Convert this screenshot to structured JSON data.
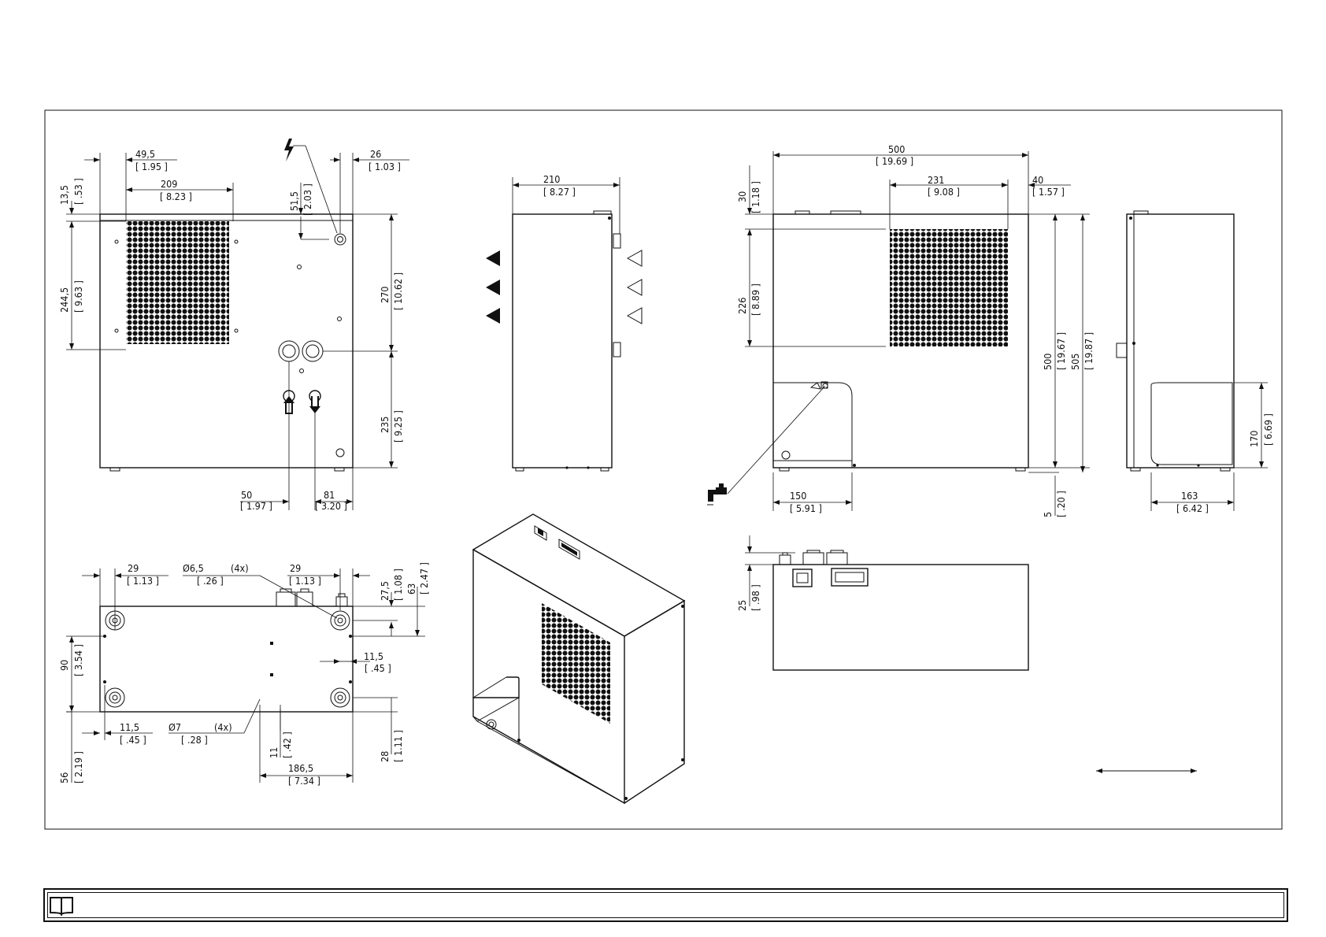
{
  "labels": {
    "tv_w1": "49,5",
    "tv_w1i": "[ 1.95 ]",
    "tv_w2": "209",
    "tv_w2i": "[ 8.23 ]",
    "tv_w3": "26",
    "tv_w3i": "[ 1.03 ]",
    "tv_h1": "13,5",
    "tv_h1i": "[ .53 ]",
    "tv_h2": "51,5",
    "tv_h2i": "[ 2.03 ]",
    "tv_h3": "244,5",
    "tv_h3i": "[ 9.63 ]",
    "tv_h4": "270",
    "tv_h4i": "[ 10.62 ]",
    "tv_h5": "235",
    "tv_h5i": "[ 9.25 ]",
    "tv_b1": "50",
    "tv_b1i": "[ 1.97 ]",
    "tv_b2": "81",
    "tv_b2i": "[ 3.20 ]",
    "sv_w": "210",
    "sv_wi": "[ 8.27 ]",
    "fv_w": "500",
    "fv_wi": "[ 19.69 ]",
    "fv_g": "231",
    "fv_gi": "[ 9.08 ]",
    "fv_r": "40",
    "fv_ri": "[ 1.57 ]",
    "fv_t": "30",
    "fv_ti": "[ 1.18 ]",
    "fv_gh": "226",
    "fv_ghi": "[ 8.89 ]",
    "fv_h1": "500",
    "fv_h1i": "[ 19.67 ]",
    "fv_h2": "505",
    "fv_h2i": "[ 19.87 ]",
    "fv_f": "5",
    "fv_fi": "[ .20 ]",
    "fv_b": "150",
    "fv_bi": "[ 5.91 ]",
    "rv_h": "170",
    "rv_hi": "[ 6.69 ]",
    "rv_w": "163",
    "rv_wi": "[ 6.42 ]",
    "bv_a": "29",
    "bv_ai": "[ 1.13 ]",
    "bv_hole": "Ø6,5",
    "bv_holen": "(4x)",
    "bv_holei": "[ .26 ]",
    "bv_b": "29",
    "bv_bi": "[ 1.13 ]",
    "bv_c": "27,5",
    "bv_ci": "[ 1.08 ]",
    "bv_d": "63",
    "bv_di": "[ 2.47 ]",
    "bv_e": "90",
    "bv_ei": "[ 3.54 ]",
    "bv_f": "11,5",
    "bv_fi": "[ .45 ]",
    "bv_g": "11,5",
    "bv_gi": "[ .45 ]",
    "bv_hole2": "Ø7",
    "bv_hole2n": "(4x)",
    "bv_hole2i": "[ .28 ]",
    "bv_h": "56",
    "bv_hi": "[ 2.19 ]",
    "bv_i": "11",
    "bv_ii": "[ .42 ]",
    "bv_j": "28",
    "bv_ji": "[ 1.11 ]",
    "bv_k": "186,5",
    "bv_ki": "[ 7.34 ]",
    "tp_h": "25",
    "tp_hi": "[ .98 ]"
  },
  "icons": [
    "electrical-hazard-icon",
    "tap-icon",
    "inlet-arrow-icon",
    "outlet-arrow-icon",
    "manual-book-icon",
    "double-arrow-icon"
  ],
  "colors": {
    "line": "#111111",
    "background": "#ffffff"
  }
}
